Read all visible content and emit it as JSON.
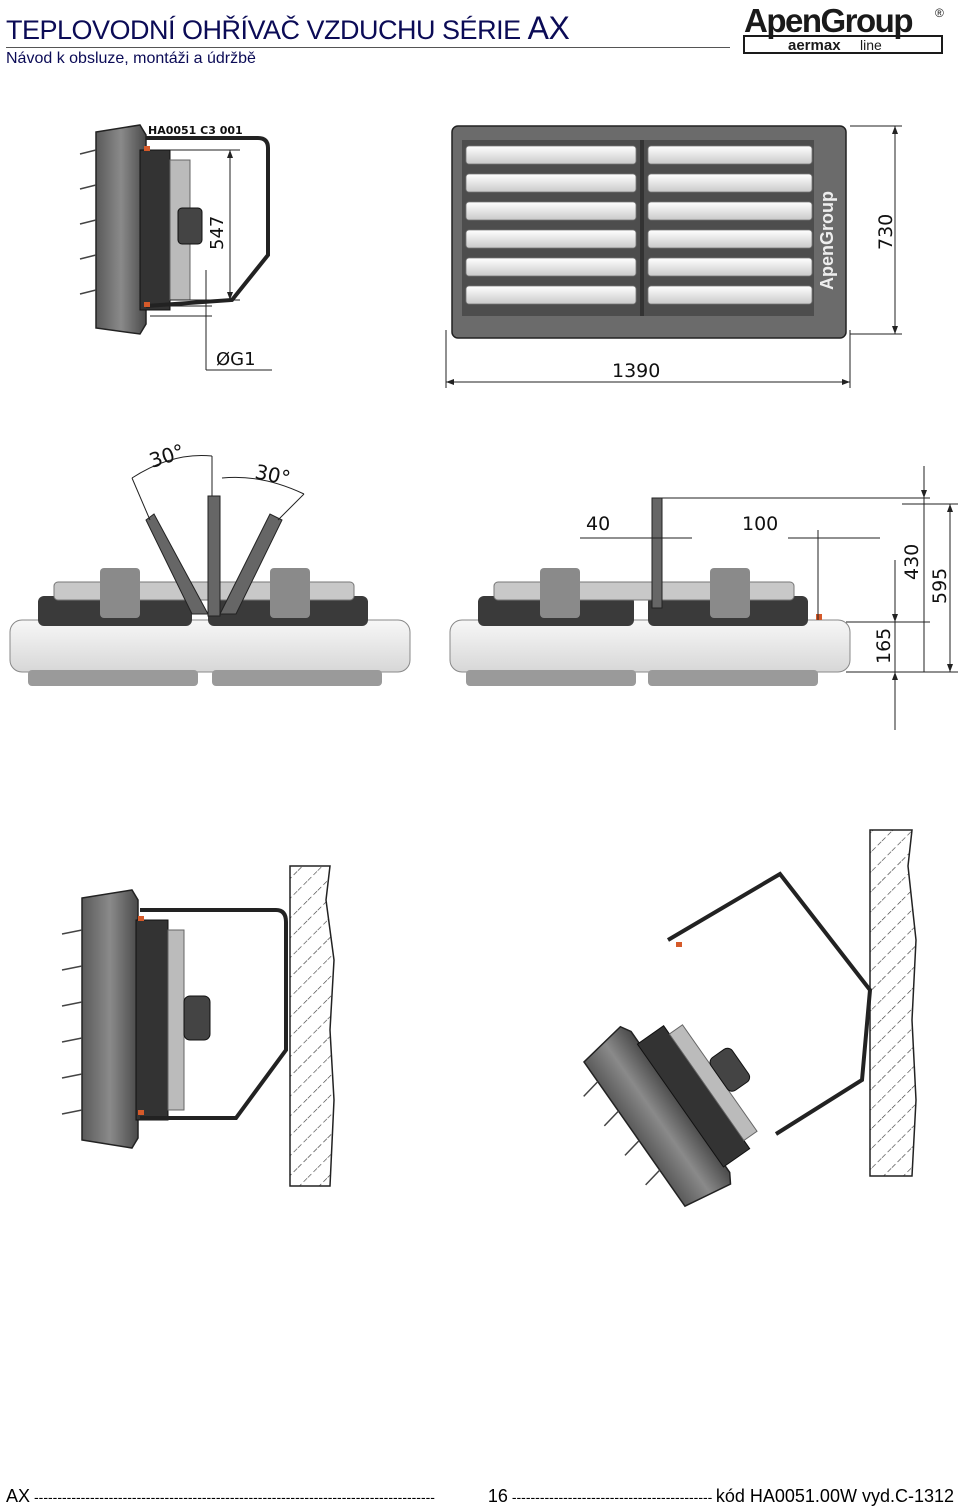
{
  "header": {
    "title_main": "TEPLOVODNÍ OHŘÍVAČ VZDUCHU SÉRIE",
    "title_series": "AX",
    "subtitle": "Návod k obsluze, montáži a údržbě"
  },
  "logo": {
    "brand": "ApenGroup",
    "registered": "®",
    "line_bold": "aermax",
    "line_light": "line"
  },
  "drawing": {
    "drawing_code": "HA0051 C3 001",
    "dim_pipe": "547",
    "dim_connection": "ØG1",
    "dim_width": "1390",
    "dim_height": "730",
    "dim_angle_left": "30°",
    "dim_angle_right": "30°",
    "dim_bracket_offset": "40",
    "dim_bracket_spacing": "100",
    "dim_total_height": "595",
    "dim_upper_height": "430",
    "dim_lower_height": "165",
    "unit_brand": "ApenGroup"
  },
  "footer": {
    "left": "AX",
    "page_number": "16",
    "code": "kód HA0051.00W vyd.C-1312",
    "dashes_1": "--------------------------------------------------------------------------------------",
    "dashes_2": "------------------------------------------------"
  }
}
